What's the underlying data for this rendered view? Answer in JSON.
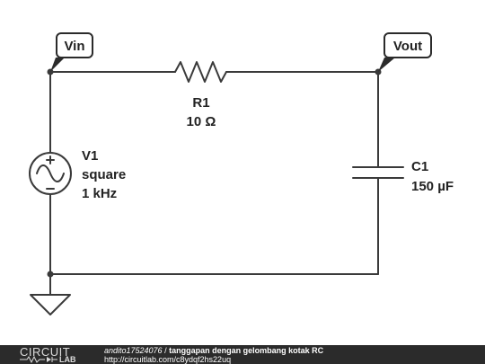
{
  "nodes": {
    "vin": "Vin",
    "vout": "Vout"
  },
  "components": {
    "r1": {
      "name": "R1",
      "value": "10 Ω"
    },
    "c1": {
      "name": "C1",
      "value": "150 µF"
    },
    "v1": {
      "name": "V1",
      "line2": "square",
      "line3": "1 kHz"
    }
  },
  "footer": {
    "brand_top": "CIRCUIT",
    "brand_bottom": "LAB",
    "author": "andito17524076",
    "separator": " / ",
    "title": "tanggapan dengan gelombang kotak RC",
    "url": "http://circuitlab.com/c8ydqf2hs22uq"
  },
  "colors": {
    "wire": "#3a3a3a",
    "footer_bg": "#2b2b2b"
  }
}
